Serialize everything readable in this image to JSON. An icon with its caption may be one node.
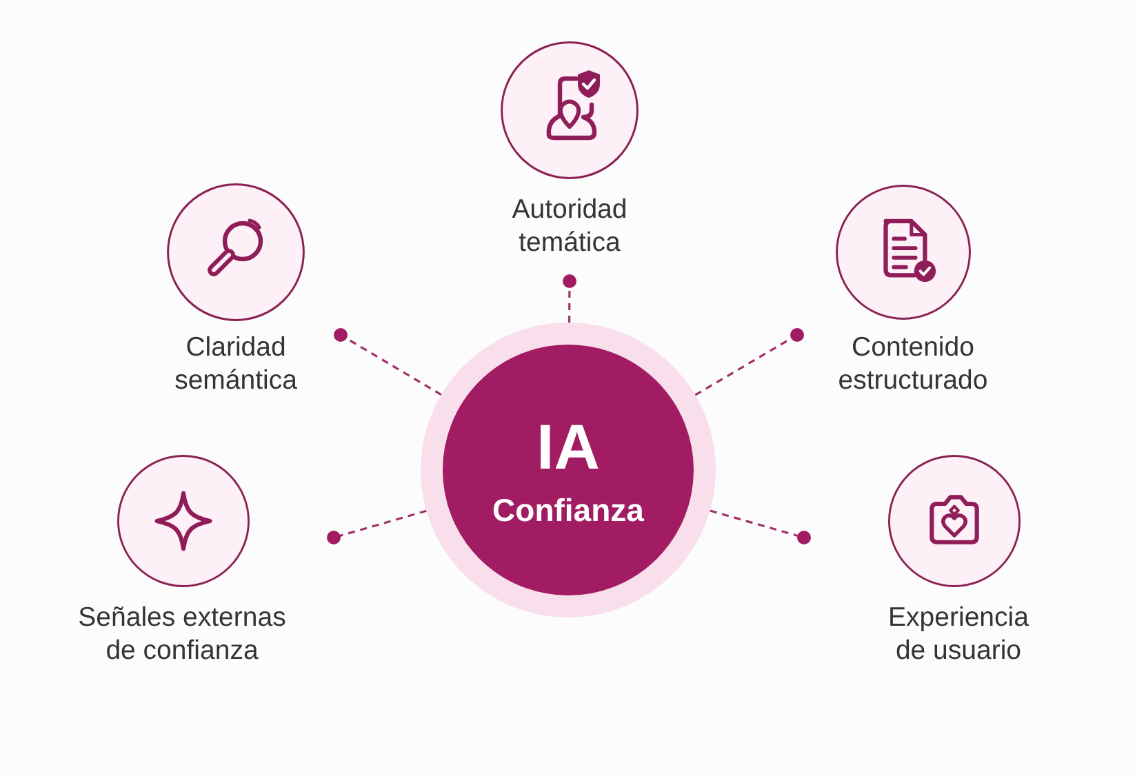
{
  "diagram": {
    "nodes": [
      {
        "text": [
          "IA",
          "Confianza"
        ]
      },
      {
        "text": [
          "Autoridad temática"
        ]
      },
      {
        "text": [
          "Claridad semántica"
        ]
      },
      {
        "text": [
          "Contenido estructurado"
        ]
      },
      {
        "text": [
          "Señales externas de confianza"
        ]
      },
      {
        "text": [
          "Experiencia de usuario"
        ]
      }
    ],
    "edges": [
      {
        "from": 0,
        "to": 1,
        "arrow": "other",
        "style": "dashed"
      },
      {
        "from": 0,
        "to": 2,
        "arrow": "other",
        "style": "dashed"
      },
      {
        "from": 0,
        "to": 3,
        "arrow": "other",
        "style": "dashed"
      },
      {
        "from": 0,
        "to": 4,
        "arrow": "other",
        "style": "dashed"
      },
      {
        "from": 0,
        "to": 5,
        "arrow": "other",
        "style": "dashed"
      }
    ]
  }
}
